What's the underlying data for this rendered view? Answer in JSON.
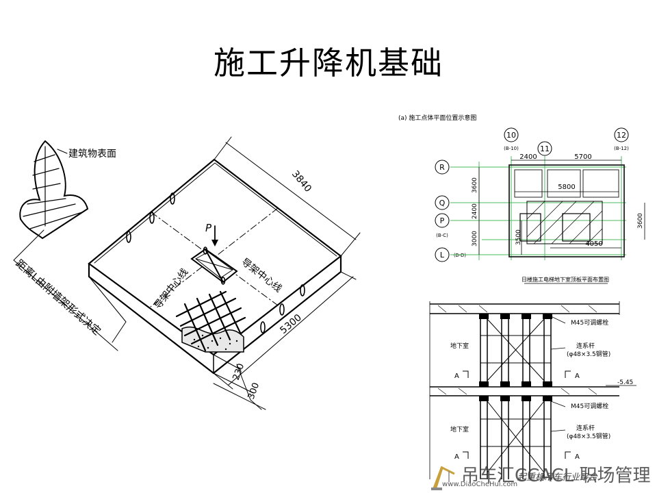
{
  "title": "施工升降机基础",
  "iso": {
    "surface_label": "建筑物表面",
    "dim_3840": "3840",
    "dim_5300": "5300",
    "dim_230": "230",
    "dim_300": "300",
    "load_label": "P",
    "centerline_a": "导架中心线",
    "centerline_b": "导架中心线",
    "distance_note": "距离L由附墙架形式决定"
  },
  "plan": {
    "caption": "(a)  施工点体平面位置示意图",
    "axis_10": "10",
    "axis_10_sub": "(B-10)",
    "axis_11": "11",
    "axis_12": "12",
    "axis_12_sub": "(B-12)",
    "axis_R": "R",
    "axis_Q": "Q",
    "axis_P": "P",
    "axis_sub_c": "(B-C)",
    "axis_L": "L",
    "axis_sub_d": "(B-D)",
    "dim_2400_top": "2400",
    "dim_5700": "5700",
    "dim_5800": "5800",
    "dim_4050": "4050",
    "dim_3600_l": "3600",
    "dim_2400_l": "2400",
    "dim_3000_l": "3000",
    "dim_3500": "3500",
    "dim_3600_r": "3600",
    "bottom_caption": "日楼施工电梯地下室顶板平面布置图"
  },
  "section": {
    "bolt_1": "M45可调螺栓",
    "tie_1": "连系杆",
    "pipe_1": "(φ48×3.5钢管)",
    "basement_1": "地下室",
    "mark_a_left_1": "A",
    "mark_a_right_1": "A",
    "elev": "-5.45",
    "bolt_2": "M45可调螺栓",
    "tie_2": "连系杆",
    "pipe_2": "(φ48×3.5钢管)",
    "basement_2": "地下室",
    "mark_a_left_2": "A",
    "mark_a_right_2": "A"
  },
  "watermark": {
    "brand": "吊车汇",
    "brand_suffix": "CCACL 职场管理",
    "slogan": "起重机吊车行业平台",
    "site": "www.DiaoCheHui.com"
  }
}
